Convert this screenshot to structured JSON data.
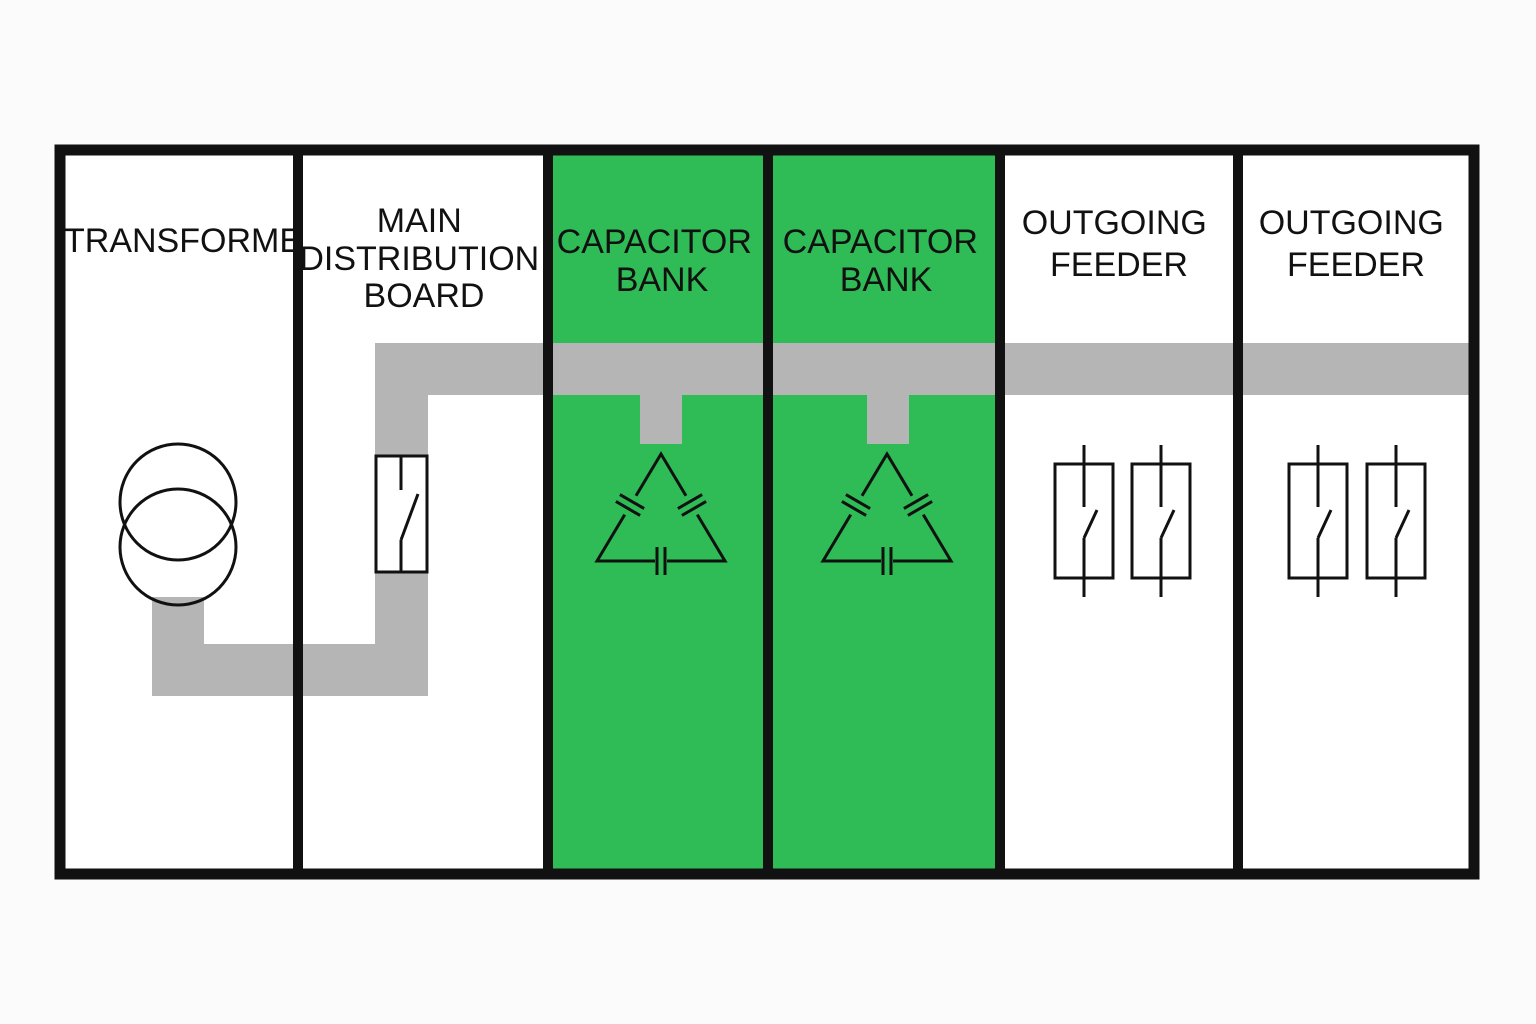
{
  "colors": {
    "background": "#fbfbfb",
    "frame": "#111111",
    "panel_white": "#ffffff",
    "panel_green": "#2fbb55",
    "busbar": "#b5b5b5"
  },
  "panels": [
    {
      "id": "transformer",
      "label_lines": [
        "TRANSFORME"
      ],
      "fill": "white",
      "symbol": "transformer-icon"
    },
    {
      "id": "main-distribution-board",
      "label_lines": [
        "MAIN",
        "DISTRIBUTION",
        "BOARD"
      ],
      "fill": "white",
      "symbol": "breaker-icon"
    },
    {
      "id": "capacitor-bank-1",
      "label_lines": [
        "CAPACITOR",
        "BANK"
      ],
      "fill": "green",
      "symbol": "delta-capacitor-icon"
    },
    {
      "id": "capacitor-bank-2",
      "label_lines": [
        "CAPACITOR",
        "BANK"
      ],
      "fill": "green",
      "symbol": "delta-capacitor-icon"
    },
    {
      "id": "outgoing-feeder-1",
      "label_lines": [
        "OUTGOING",
        "FEEDER"
      ],
      "fill": "white",
      "symbol": "feeder-switch-icon"
    },
    {
      "id": "outgoing-feeder-2",
      "label_lines": [
        "OUTGOING",
        "FEEDER"
      ],
      "fill": "white",
      "symbol": "feeder-switch-icon"
    }
  ]
}
